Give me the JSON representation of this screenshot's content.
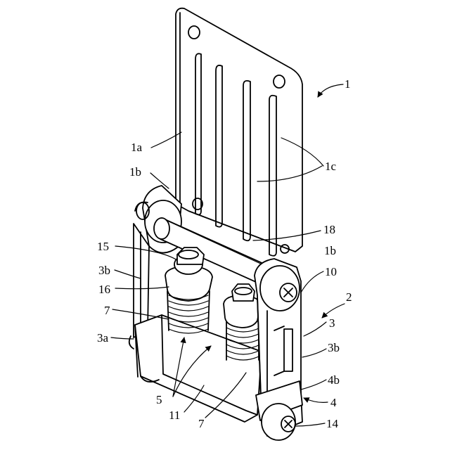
{
  "labels": {
    "l1": "1",
    "l1a": "1a",
    "l1b_left": "1b",
    "l1c": "1c",
    "l18": "18",
    "l15": "15",
    "l1b_right": "1b",
    "l3b_left": "3b",
    "l10": "10",
    "l2": "2",
    "l16": "16",
    "l7_top": "7",
    "l3": "3",
    "l3a": "3a",
    "l3b_right": "3b",
    "l4b": "4b",
    "l5": "5",
    "l4": "4",
    "l11": "11",
    "l7_bottom": "7",
    "l14": "14"
  },
  "colors": {
    "line": "#000000",
    "background": "#ffffff"
  }
}
